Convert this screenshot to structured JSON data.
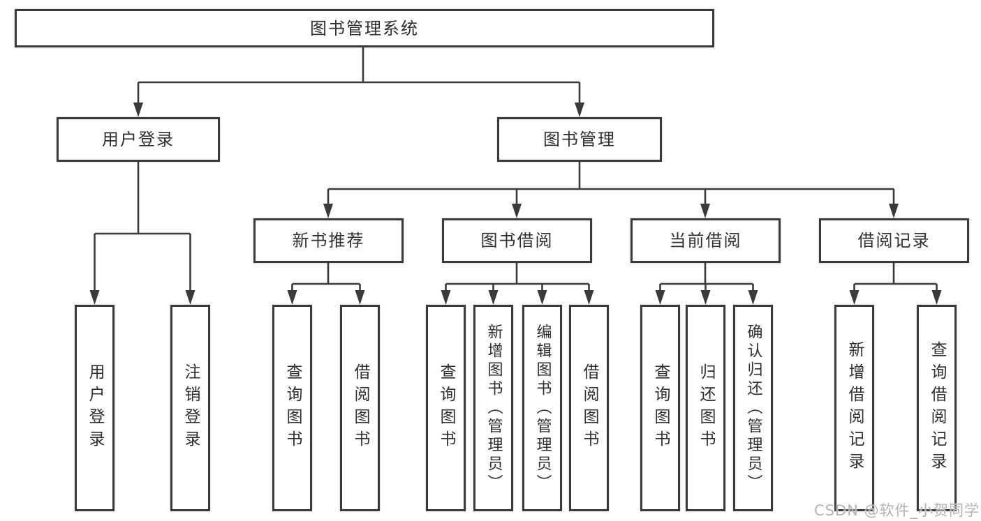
{
  "diagram": {
    "root": {
      "label": "图书管理系统"
    },
    "children": [
      {
        "label": "用户登录",
        "children": [
          {
            "label": "用户登录"
          },
          {
            "label": "注销登录"
          }
        ]
      },
      {
        "label": "图书管理",
        "children": [
          {
            "label": "新书推荐",
            "children": [
              {
                "label": "查询图书"
              },
              {
                "label": "借阅图书"
              }
            ]
          },
          {
            "label": "图书借阅",
            "children": [
              {
                "label": "查询图书"
              },
              {
                "label": "新增图书（管理员）"
              },
              {
                "label": "编辑图书（管理员）"
              },
              {
                "label": "借阅图书"
              }
            ]
          },
          {
            "label": "当前借阅",
            "children": [
              {
                "label": "查询图书"
              },
              {
                "label": "归还图书"
              },
              {
                "label": "确认归还（管理员）"
              }
            ]
          },
          {
            "label": "借阅记录",
            "children": [
              {
                "label": "新增借阅记录"
              },
              {
                "label": "查询借阅记录"
              }
            ]
          }
        ]
      }
    ],
    "colors": {
      "line": "#3a3a3a",
      "border": "#3a3a3a",
      "text": "#2f2f2f",
      "background": "#ffffff",
      "watermark": "#b3b3b3"
    }
  },
  "watermark": {
    "text": "CSDN @软件_小贺同学"
  }
}
